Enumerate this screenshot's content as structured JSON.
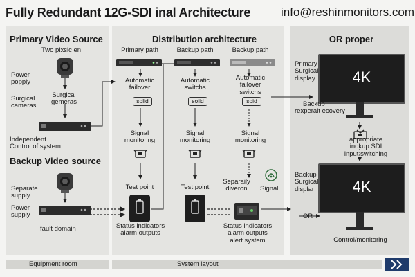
{
  "header": {
    "title": "Fully Redundant 12G-SDI inal Architecture",
    "email": "info@reshinmonitors.com"
  },
  "left_panel": {
    "primary_title": "Primary Video Source",
    "primary_sub": "Two pixsic en",
    "power_popply": [
      "Power",
      "popply"
    ],
    "surgical_cameras": [
      "Surgical",
      "cameras"
    ],
    "surgical_gemeras": [
      "Surgical",
      "gemeras"
    ],
    "independent": [
      "Independent",
      "Control of system"
    ],
    "backup_title": "Backup Video source",
    "separate_supply": [
      "Separate",
      "supply"
    ],
    "power_supply": [
      "Power",
      "supply"
    ],
    "fault_domain": "fault domain"
  },
  "middle_panel": {
    "title": "Distribution architecture",
    "col1": {
      "header": "Primary path",
      "failover": [
        "Automatic",
        "failover"
      ],
      "badge": "solid",
      "monitoring": [
        "Signal",
        "monitoring"
      ],
      "test_point": "Test point",
      "status": [
        "Status indicators",
        "alarm outputs"
      ]
    },
    "col2": {
      "header": "Backup path",
      "failover": [
        "Automatic",
        "switchs"
      ],
      "badge": "soiid",
      "monitoring": [
        "Signal",
        "monitoring"
      ],
      "test_point": "Test point"
    },
    "col3": {
      "header": "Backup path",
      "failover": [
        "Automatic",
        "failover",
        "switchs"
      ],
      "badge": "soid",
      "monitoring": [
        "Signal",
        "monitoring"
      ],
      "separately": [
        "Separaily",
        "diveron"
      ],
      "signal": "Signal",
      "status": [
        "Status indicators",
        "alarm outputs",
        "alert system"
      ]
    }
  },
  "right_panel": {
    "title": "OR proper",
    "primary_display": [
      "Primary",
      "Surgical",
      "display"
    ],
    "display_text": "4K",
    "backup_recovery": [
      "Backup",
      "rexperait ecovery"
    ],
    "appropriate": [
      "appropriate",
      "inokup SDI",
      "input switching"
    ],
    "backup_display": [
      "Backup",
      "Surgical",
      "displar"
    ],
    "or_label": "OR",
    "control": "Control/monitoring"
  },
  "footer": {
    "equipment_room": "Equipment room",
    "system_layout": "System layout"
  }
}
